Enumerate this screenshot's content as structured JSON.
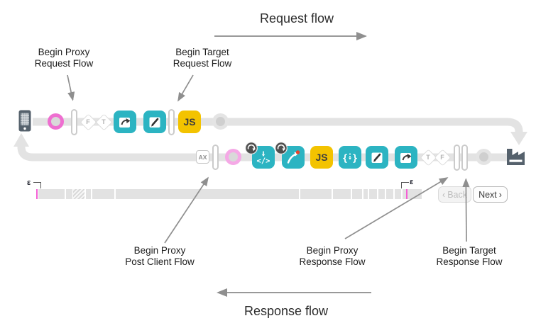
{
  "diagram": {
    "request_flow_label": "Request flow",
    "response_flow_label": "Response flow"
  },
  "callouts": {
    "begin_proxy_request": {
      "line1": "Begin Proxy",
      "line2": "Request Flow"
    },
    "begin_target_request": {
      "line1": "Begin Target",
      "line2": "Request Flow"
    },
    "begin_proxy_post_client": {
      "line1": "Begin Proxy",
      "line2": "Post Client Flow"
    },
    "begin_proxy_response": {
      "line1": "Begin Proxy",
      "line2": "Response Flow"
    },
    "begin_target_response": {
      "line1": "Begin Target",
      "line2": "Response Flow"
    }
  },
  "flow_icons": {
    "js_label": "JS",
    "ax_label": "AX",
    "condition_true_letter": "T",
    "condition_false_letter": "F",
    "code_glyph": "</>",
    "brace_open": "{",
    "brace_close": "}"
  },
  "request_steps": [
    "client-device",
    "start-circle",
    "begin-proxy-request-flow-marker",
    "condition-false-diamond",
    "condition-true-diamond",
    "callout-policy",
    "message-edit-policy",
    "begin-target-request-flow-marker",
    "javascript-policy",
    "end-circle"
  ],
  "response_steps": [
    "analytics-step",
    "begin-proxy-post-client-flow-marker",
    "start-circle",
    "code-policy-looped",
    "route-policy-looped",
    "javascript-policy",
    "extract-variables-policy",
    "message-edit-policy",
    "callout-policy",
    "condition-true-diamond",
    "condition-false-diamond",
    "begin-proxy-response-flow-marker",
    "begin-target-response-flow-marker",
    "end-circle",
    "backend-factory"
  ],
  "timeline": {
    "epsilon_left": "ε",
    "epsilon_right": "ε"
  },
  "pager": {
    "back_chevron": "‹",
    "back_label": "Back",
    "next_label": "Next",
    "next_chevron": "›"
  },
  "colors": {
    "teal": "#2cb4c2",
    "yellow": "#f3c300",
    "pink": "#ee6fd0",
    "pink_light": "#f5a9e6",
    "flow_gray": "#e3e3e3",
    "slate": "#55616c",
    "red_dot": "#e8452e",
    "annotation_gray": "#8f8f8f",
    "timeline_tick_pink": "#f55fd5"
  }
}
